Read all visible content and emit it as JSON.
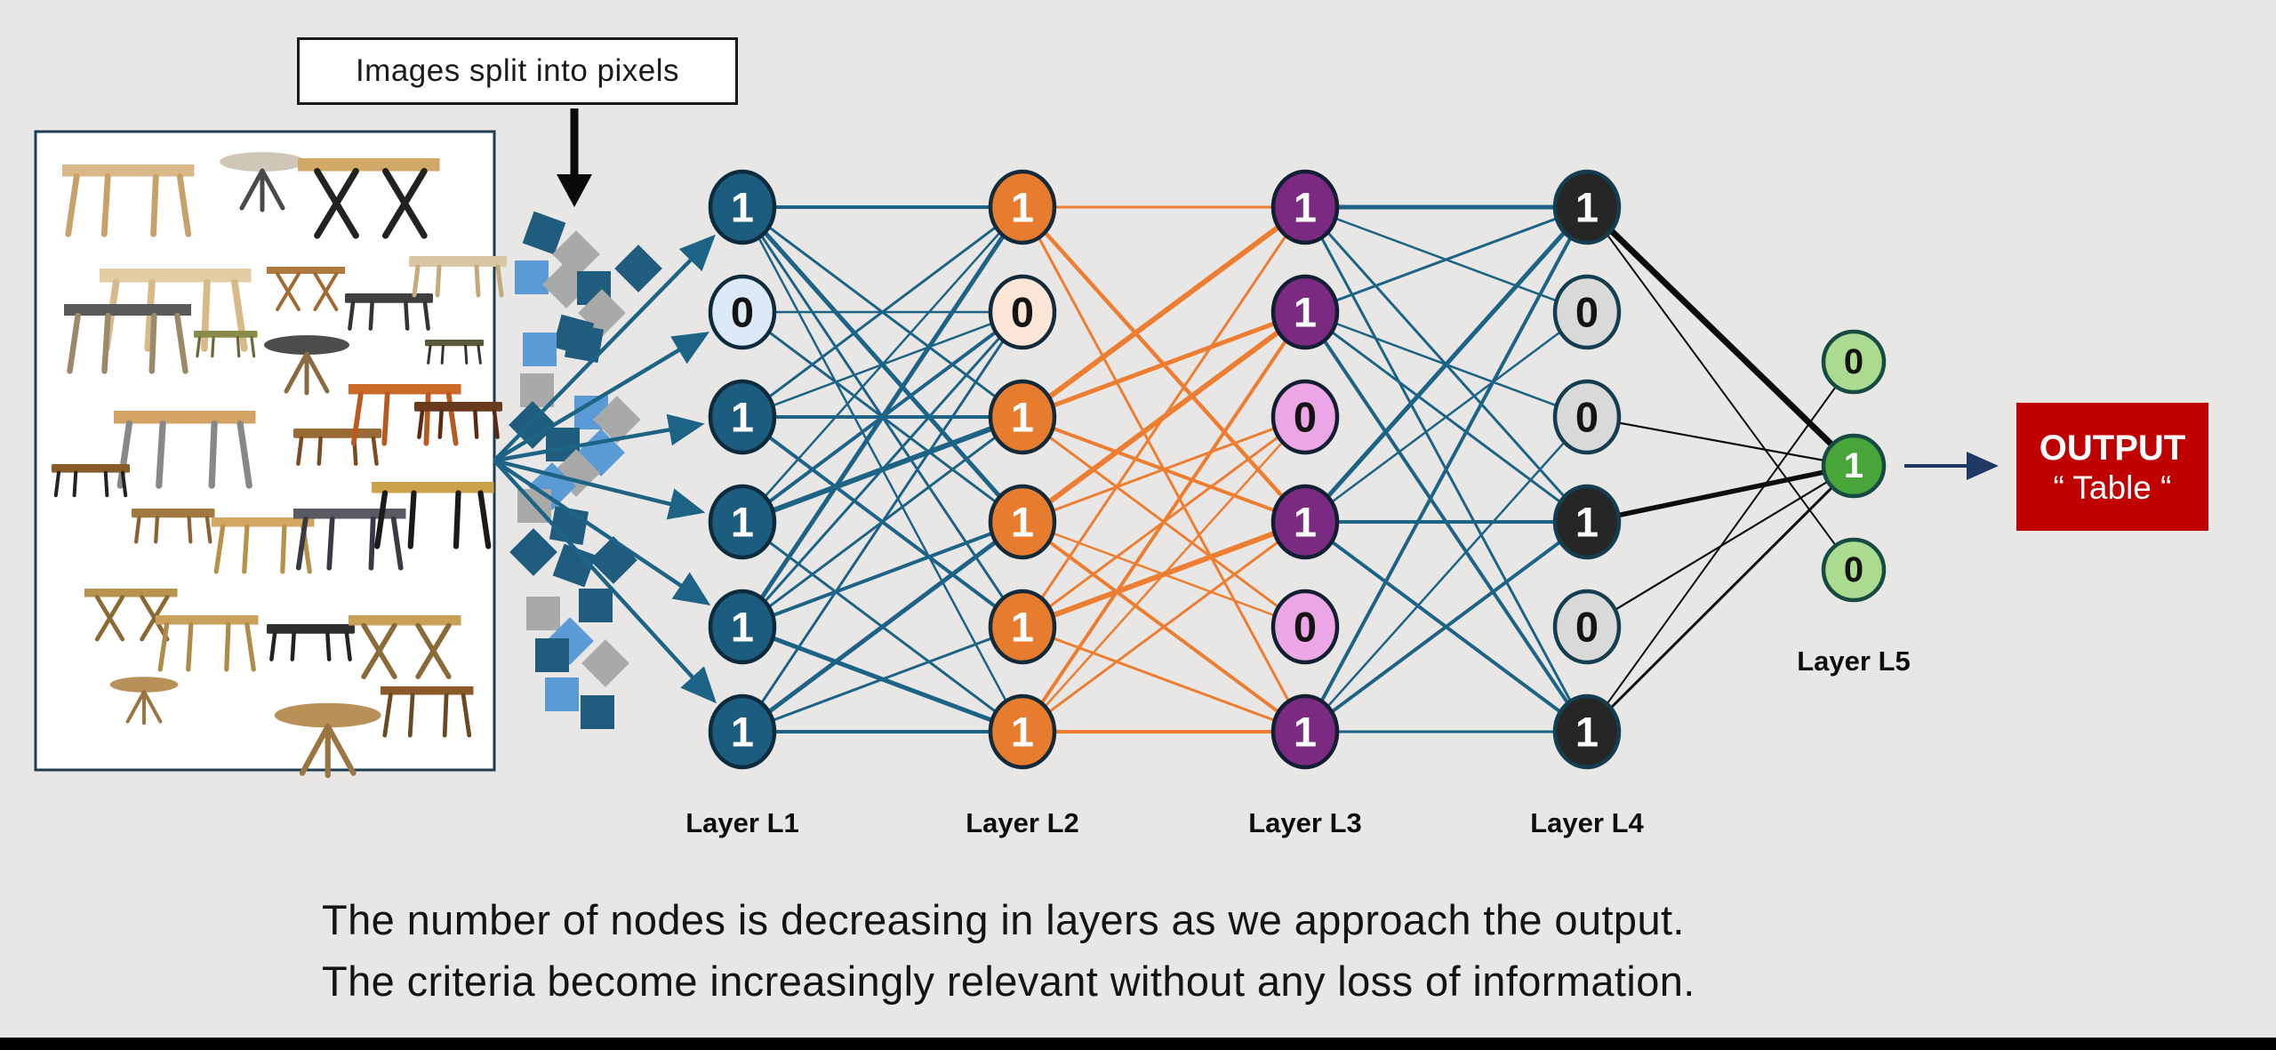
{
  "labels": {
    "pixel_box": "Images split into pixels",
    "layer1": "Layer L1",
    "layer2": "Layer L2",
    "layer3": "Layer L3",
    "layer4": "Layer L4",
    "layer5": "Layer L5"
  },
  "output": {
    "title": "OUTPUT",
    "word": "“ Table “"
  },
  "caption": {
    "line1": "The number of nodes is decreasing in layers as we approach the output.",
    "line2": "The criteria become increasingly relevant without any loss of information."
  },
  "colors": {
    "background": "#E8E7E5",
    "edge_teal": "#1D6386",
    "edge_orange": "#ED7D31",
    "edge_black": "#0D0D0D",
    "arrow_black": "#0a0a0a",
    "arrow_navy": "#1F3864",
    "output_red": "#C00000",
    "collage_border": "#1E3D52",
    "pixel_teal": "#1F5C7E",
    "pixel_blue": "#5B9BD5",
    "pixel_gray": "#A9A9A9"
  },
  "network": {
    "layers": [
      {
        "name": "L1",
        "values": [
          "1",
          "0",
          "1",
          "1",
          "1",
          "1"
        ],
        "fill": "#1C5C7E",
        "zero_fill": "#DCE9F7",
        "stroke": "#0E2B3D"
      },
      {
        "name": "L2",
        "values": [
          "1",
          "0",
          "1",
          "1",
          "1",
          "1"
        ],
        "fill": "#E87C2E",
        "zero_fill": "#FBE5D6",
        "stroke": "#122A3A"
      },
      {
        "name": "L3",
        "values": [
          "1",
          "1",
          "0",
          "1",
          "0",
          "1"
        ],
        "fill": "#7B2A82",
        "zero_fill": "#ECA6E6",
        "stroke": "#121F33"
      },
      {
        "name": "L4",
        "values": [
          "1",
          "0",
          "0",
          "1",
          "0",
          "1"
        ],
        "fill": "#262626",
        "zero_fill": "#D9D9D9",
        "stroke": "#143E50"
      },
      {
        "name": "L5",
        "values": [
          "0",
          "1",
          "0"
        ],
        "fill": "#48A53A",
        "zero_fill": "#ABDB91",
        "stroke": "#174A42"
      }
    ],
    "edges": {
      "l1_l2": [
        [
          0,
          0,
          4
        ],
        [
          0,
          2,
          3
        ],
        [
          0,
          3,
          5
        ],
        [
          0,
          4,
          3
        ],
        [
          0,
          5,
          2.5
        ],
        [
          1,
          1,
          2.5
        ],
        [
          1,
          3,
          3
        ],
        [
          2,
          0,
          3
        ],
        [
          2,
          1,
          2.5
        ],
        [
          2,
          2,
          4
        ],
        [
          2,
          4,
          4
        ],
        [
          3,
          0,
          2.5
        ],
        [
          3,
          1,
          4
        ],
        [
          3,
          2,
          6
        ],
        [
          3,
          5,
          3
        ],
        [
          4,
          0,
          5
        ],
        [
          4,
          1,
          3
        ],
        [
          4,
          2,
          3
        ],
        [
          4,
          3,
          4
        ],
        [
          4,
          5,
          5
        ],
        [
          5,
          1,
          3
        ],
        [
          5,
          3,
          5
        ],
        [
          5,
          4,
          3
        ],
        [
          5,
          5,
          4
        ]
      ],
      "l2_l3": [
        [
          0,
          0,
          3
        ],
        [
          0,
          3,
          4.5
        ],
        [
          0,
          5,
          3
        ],
        [
          2,
          0,
          6
        ],
        [
          2,
          1,
          5
        ],
        [
          2,
          3,
          4
        ],
        [
          2,
          4,
          3
        ],
        [
          3,
          1,
          6
        ],
        [
          3,
          2,
          3
        ],
        [
          3,
          4,
          2.5
        ],
        [
          3,
          5,
          4
        ],
        [
          4,
          0,
          3
        ],
        [
          4,
          2,
          3
        ],
        [
          4,
          3,
          6
        ],
        [
          4,
          5,
          3
        ],
        [
          5,
          1,
          4
        ],
        [
          5,
          2,
          2.5
        ],
        [
          5,
          3,
          3
        ],
        [
          5,
          5,
          4
        ]
      ],
      "l3_l4": [
        [
          0,
          0,
          5
        ],
        [
          0,
          1,
          2.5
        ],
        [
          0,
          3,
          3
        ],
        [
          0,
          5,
          3
        ],
        [
          1,
          0,
          3
        ],
        [
          1,
          2,
          2.5
        ],
        [
          1,
          3,
          3
        ],
        [
          1,
          5,
          4
        ],
        [
          3,
          0,
          5
        ],
        [
          3,
          1,
          2.5
        ],
        [
          3,
          3,
          4
        ],
        [
          3,
          5,
          4
        ],
        [
          5,
          0,
          4
        ],
        [
          5,
          2,
          2.5
        ],
        [
          5,
          3,
          4
        ],
        [
          5,
          5,
          3
        ]
      ],
      "l4_l5": [
        [
          0,
          1,
          7
        ],
        [
          0,
          2,
          2
        ],
        [
          2,
          1,
          2.2
        ],
        [
          3,
          1,
          5.5
        ],
        [
          4,
          1,
          2.2
        ],
        [
          5,
          1,
          3
        ],
        [
          5,
          0,
          2
        ]
      ]
    }
  },
  "pixels": {
    "squares": [
      [
        612,
        262,
        20,
        "t"
      ],
      [
        648,
        286,
        45,
        "g"
      ],
      [
        598,
        312,
        0,
        "b"
      ],
      [
        637,
        320,
        45,
        "g"
      ],
      [
        668,
        324,
        0,
        "t"
      ],
      [
        718,
        302,
        45,
        "t"
      ],
      [
        677,
        352,
        45,
        "g"
      ],
      [
        645,
        377,
        15,
        "t"
      ],
      [
        607,
        393,
        0,
        "b"
      ],
      [
        657,
        386,
        10,
        "t"
      ],
      [
        604,
        439,
        0,
        "g"
      ],
      [
        599,
        478,
        45,
        "t"
      ],
      [
        665,
        464,
        0,
        "b"
      ],
      [
        694,
        472,
        45,
        "g"
      ],
      [
        633,
        500,
        0,
        "t"
      ],
      [
        676,
        509,
        45,
        "b"
      ],
      [
        648,
        532,
        45,
        "g"
      ],
      [
        621,
        547,
        45,
        "b"
      ],
      [
        601,
        569,
        0,
        "g"
      ],
      [
        640,
        591,
        10,
        "t"
      ],
      [
        600,
        621,
        45,
        "t"
      ],
      [
        646,
        636,
        20,
        "t"
      ],
      [
        690,
        630,
        45,
        "t"
      ],
      [
        670,
        681,
        0,
        "t"
      ],
      [
        611,
        690,
        0,
        "g"
      ],
      [
        641,
        721,
        45,
        "b"
      ],
      [
        621,
        737,
        0,
        "t"
      ],
      [
        681,
        746,
        45,
        "g"
      ],
      [
        632,
        781,
        0,
        "b"
      ],
      [
        672,
        801,
        0,
        "t"
      ]
    ]
  },
  "collage": {
    "tables": [
      [
        "rect",
        70,
        185,
        1.35,
        "#D9B88A",
        "#C8A06A"
      ],
      [
        "round",
        240,
        172,
        1.0,
        "#CFC6B8",
        "#4A4A4A"
      ],
      [
        "xleg",
        335,
        178,
        1.45,
        "#D2A868",
        "#222222"
      ],
      [
        "rect",
        112,
        302,
        1.55,
        "#E3CDA4",
        "#D6BA8A"
      ],
      [
        "xleg",
        300,
        300,
        0.8,
        "#B07A3E",
        "#A06A30"
      ],
      [
        "coffee",
        388,
        330,
        0.9,
        "#3F3F3F",
        "#333333"
      ],
      [
        "coffee",
        460,
        288,
        1.0,
        "#D9C6A2",
        "#C4A97A"
      ],
      [
        "rect",
        72,
        342,
        1.3,
        "#5A5A5A",
        "#9A8A6A"
      ],
      [
        "coffee",
        218,
        372,
        0.65,
        "#8A8A4A",
        "#6A6A3A"
      ],
      [
        "round",
        290,
        378,
        1.0,
        "#4D4D4D",
        "#8A6A40"
      ],
      [
        "coffee",
        478,
        382,
        0.6,
        "#5A5A3A",
        "#333333"
      ],
      [
        "rect",
        128,
        462,
        1.45,
        "#D2A362",
        "#888888"
      ],
      [
        "coffee",
        330,
        482,
        0.9,
        "#9A6A35",
        "#7A4A20"
      ],
      [
        "rect",
        392,
        432,
        1.15,
        "#C96A28",
        "#B85A20"
      ],
      [
        "coffee",
        466,
        452,
        0.9,
        "#6A3A1E",
        "#5A2A12"
      ],
      [
        "coffee",
        58,
        522,
        0.8,
        "#8A5A2A",
        "#222222"
      ],
      [
        "coffee",
        148,
        572,
        0.85,
        "#A07840",
        "#8A6230"
      ],
      [
        "rect",
        238,
        582,
        1.05,
        "#D2A860",
        "#B8904A"
      ],
      [
        "rect",
        330,
        572,
        1.15,
        "#5A5A62",
        "#3A3A42"
      ],
      [
        "rect",
        418,
        542,
        1.25,
        "#C9A24A",
        "#1A1A1A"
      ],
      [
        "xleg",
        95,
        662,
        0.95,
        "#B8934E",
        "#8A6A32"
      ],
      [
        "rect",
        175,
        692,
        1.05,
        "#C9A15C",
        "#B08A48"
      ],
      [
        "coffee",
        300,
        702,
        0.9,
        "#2E2E2E",
        "#222222"
      ],
      [
        "xleg",
        392,
        692,
        1.15,
        "#C8A058",
        "#8A6A36"
      ],
      [
        "round",
        118,
        762,
        0.8,
        "#B8905A",
        "#9A7542"
      ],
      [
        "round",
        300,
        792,
        1.25,
        "#B89058",
        "#9A7542"
      ],
      [
        "rect",
        428,
        772,
        0.95,
        "#8A5A2A",
        "#6A4A22"
      ]
    ]
  }
}
